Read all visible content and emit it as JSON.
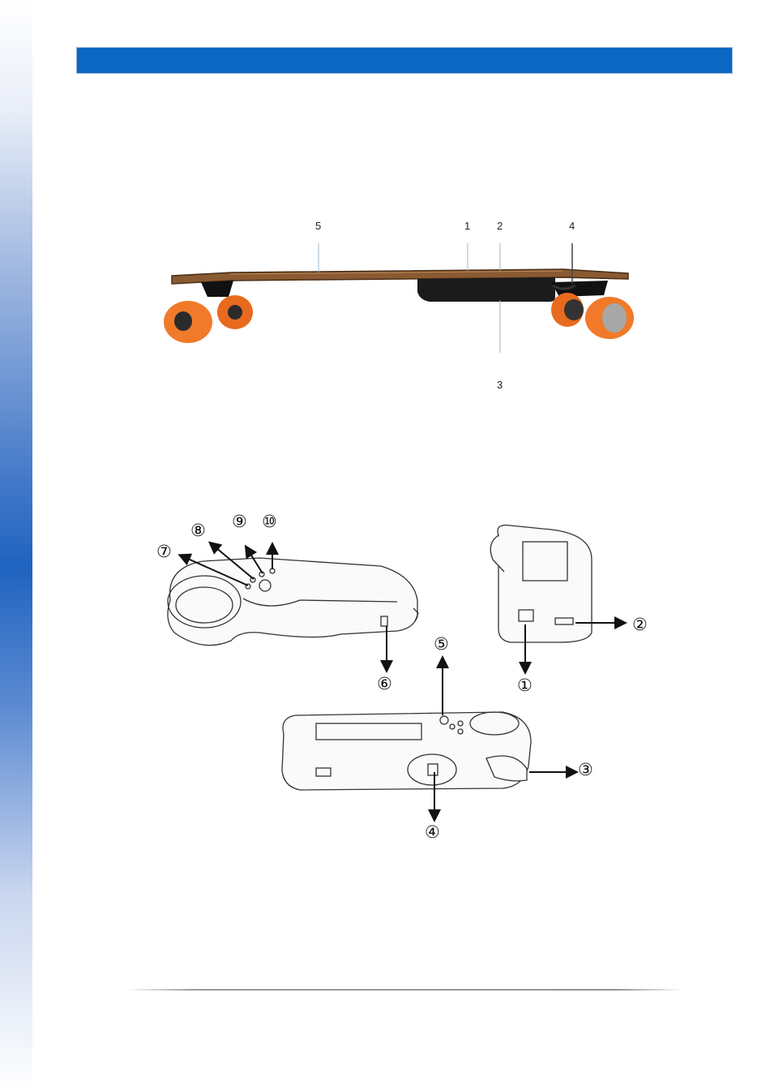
{
  "header": {
    "color": "#0b67c2"
  },
  "figure1": {
    "callouts": [
      "5",
      "1",
      "2",
      "4",
      "3"
    ],
    "deck_color": "#8a5a32",
    "wheel_color": "#f07a2a"
  },
  "figure2": {
    "callouts": [
      "⑦",
      "⑧",
      "⑨",
      "⑩",
      "⑥",
      "②",
      "①",
      "⑤",
      "③",
      "④"
    ]
  }
}
